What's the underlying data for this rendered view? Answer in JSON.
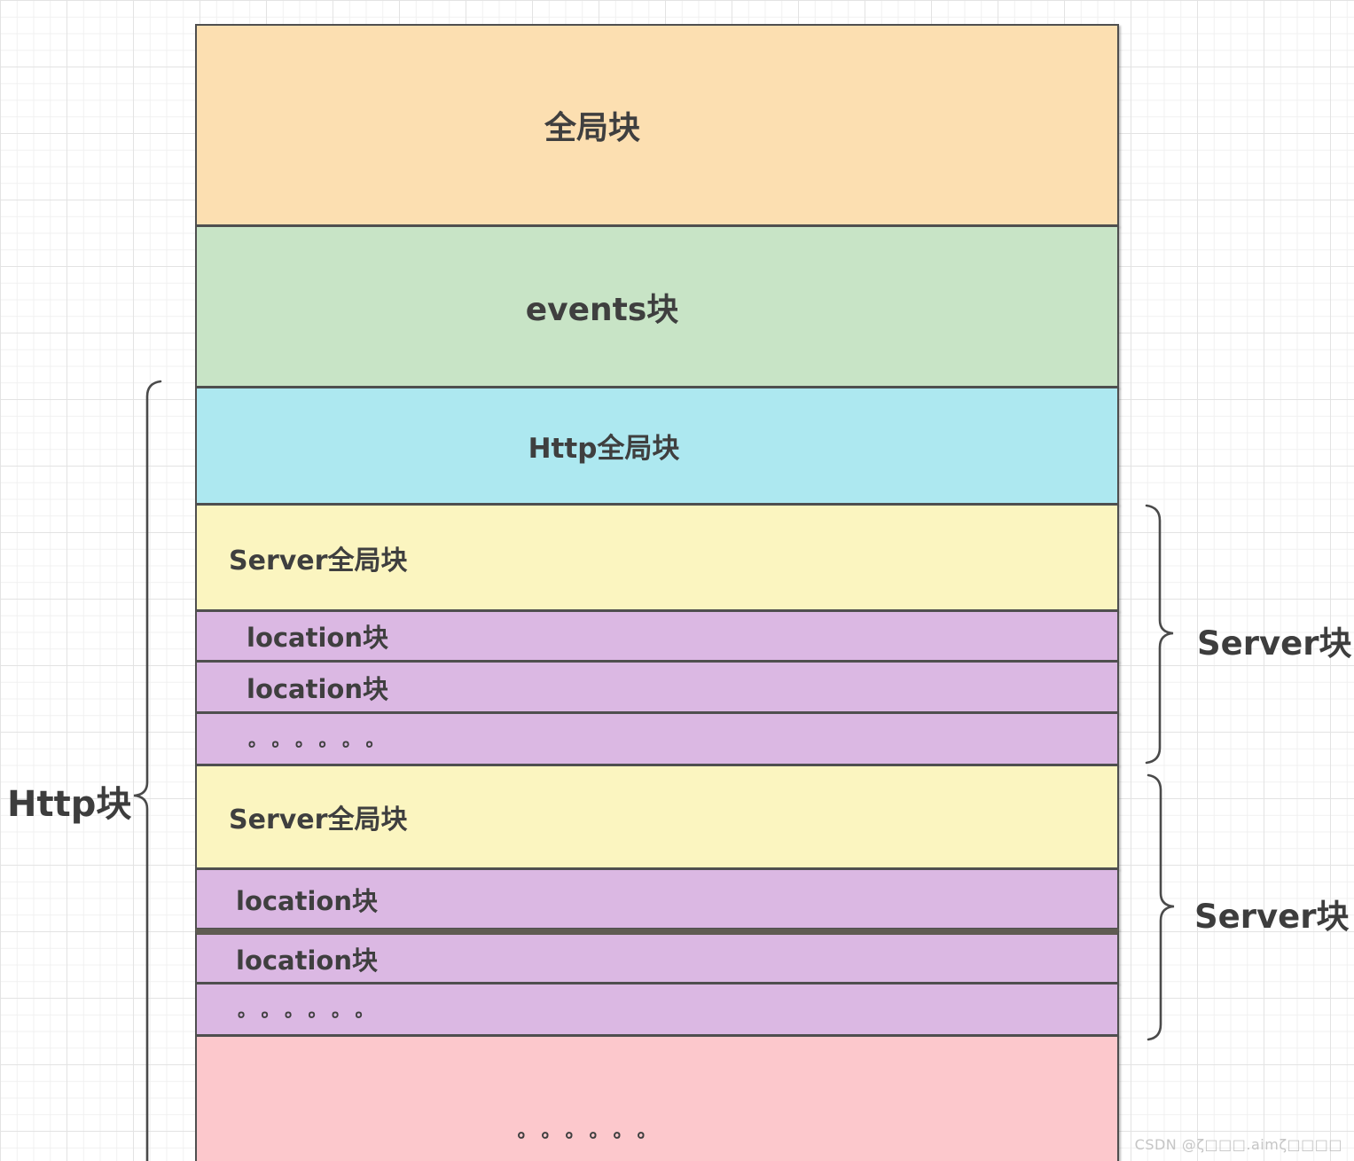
{
  "blocks": {
    "global": {
      "label": "全局块"
    },
    "events": {
      "label": "events块"
    },
    "http_global": {
      "label": "Http全局块"
    },
    "server_global_1": {
      "label": "Server全局块"
    },
    "location_1a": {
      "label": "location块"
    },
    "location_1b": {
      "label": "location块"
    },
    "dots_1": {
      "label": "。。。。。。"
    },
    "server_global_2": {
      "label": "Server全局块"
    },
    "location_2a": {
      "label": "location块"
    },
    "location_2b": {
      "label": "location块"
    },
    "dots_2": {
      "label": "。。。。。。"
    },
    "bottom_more": {
      "label": "。。。。。。"
    }
  },
  "braces": {
    "http": {
      "label": "Http块"
    },
    "server_1": {
      "label": "Server块"
    },
    "server_2": {
      "label": "Server块"
    }
  },
  "watermark": {
    "text": "CSDN @ζ□□□.aimζ□□□□"
  },
  "colors": {
    "global_fill": "#fcdfb1",
    "events_fill": "#c8e4c6",
    "http_global_fill": "#ade8f0",
    "server_global_fill": "#fbf5c0",
    "location_fill": "#dbb8e3",
    "bottom_fill": "#fcc8cc",
    "border": "#4f4f4f",
    "text": "#3f3f3f"
  }
}
